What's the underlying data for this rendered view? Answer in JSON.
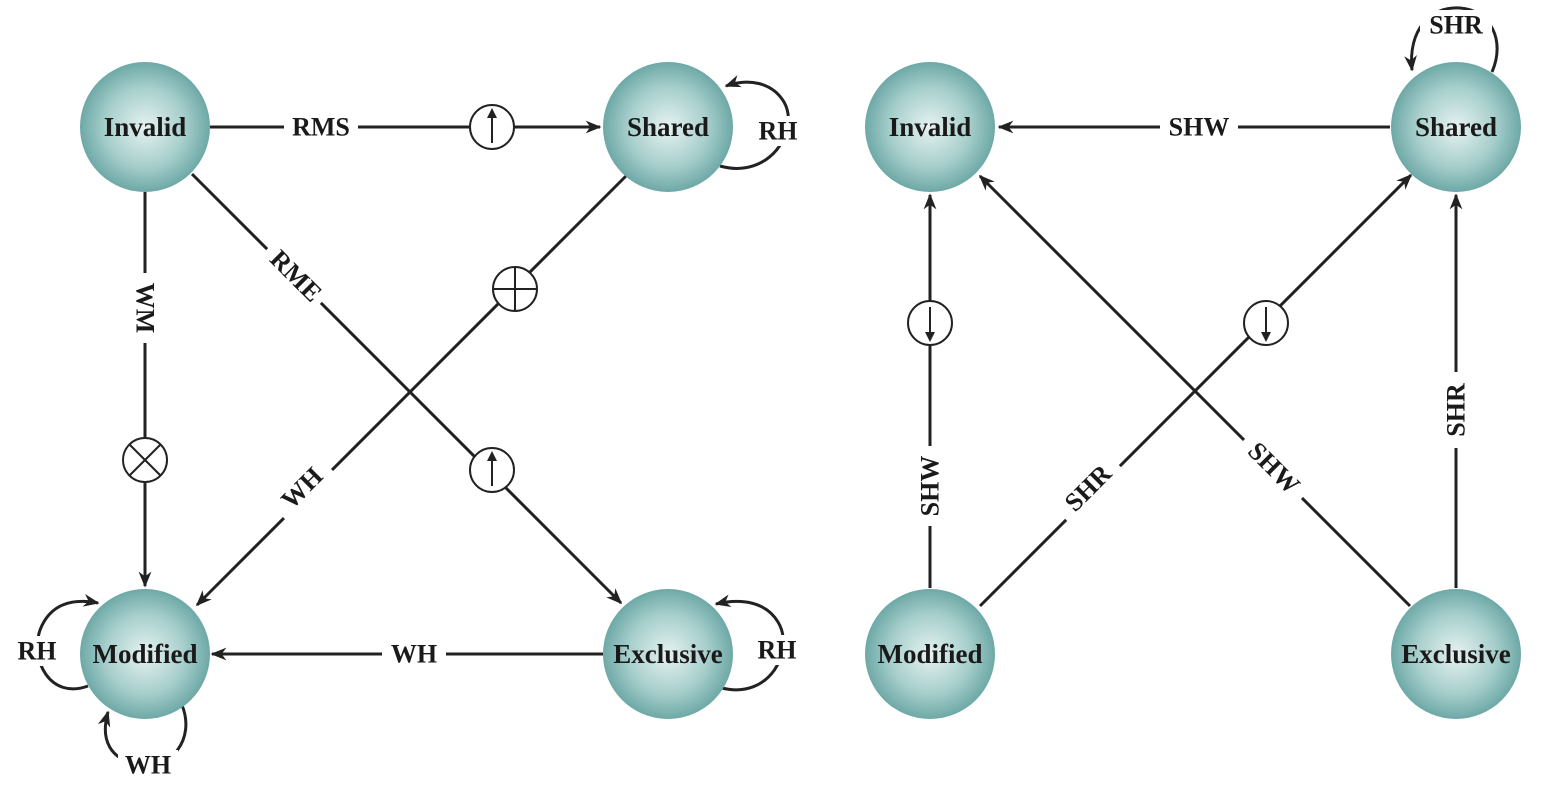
{
  "left_diagram": {
    "nodes": {
      "invalid": "Invalid",
      "shared": "Shared",
      "modified": "Modified",
      "exclusive": "Exclusive"
    },
    "edges": {
      "invalid_to_shared": "RMS",
      "invalid_to_modified": "WM",
      "invalid_to_exclusive": "RME",
      "shared_to_modified": "WH",
      "exclusive_to_modified": "WH",
      "shared_self": "RH",
      "exclusive_self": "RH",
      "modified_self_left": "RH",
      "modified_self_bottom": "WH"
    }
  },
  "right_diagram": {
    "nodes": {
      "invalid": "Invalid",
      "shared": "Shared",
      "modified": "Modified",
      "exclusive": "Exclusive"
    },
    "edges": {
      "shared_to_invalid": "SHW",
      "shared_self": "SHR",
      "modified_to_invalid": "SHW",
      "modified_to_shared": "SHR",
      "exclusive_to_invalid": "SHW",
      "exclusive_to_shared": "SHR"
    }
  },
  "colors": {
    "node_fill_center": "#e4f1f0",
    "node_fill_edge": "#6aa9a7",
    "line": "#222222"
  }
}
